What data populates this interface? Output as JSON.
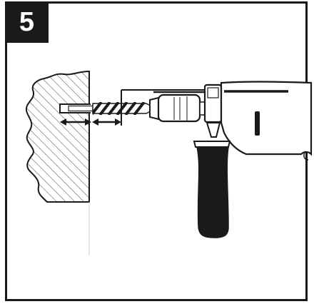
{
  "step": {
    "number": "5"
  },
  "colors": {
    "ink": "#1a1a1a",
    "paper": "#ffffff",
    "hatch": "#555555"
  },
  "illustration": {
    "elements": [
      "wall-section",
      "drill-hole",
      "drill-bit",
      "depth-stop-rod",
      "drill-chuck",
      "drill-body",
      "side-handle",
      "depth-arrows"
    ]
  }
}
